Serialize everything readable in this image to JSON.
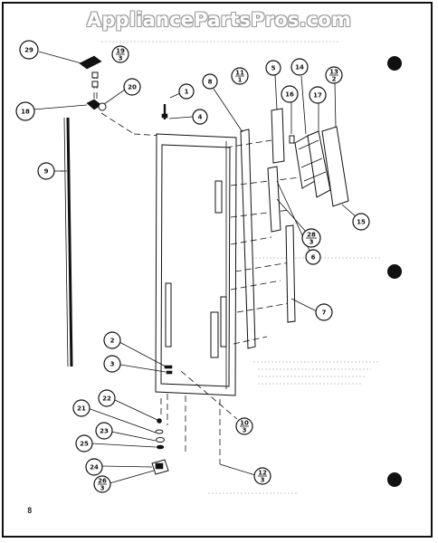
{
  "watermark": "AppliancePartsPros.com",
  "page_number": "8",
  "callouts": [
    {
      "id": "c29",
      "label": "29"
    },
    {
      "id": "c19",
      "label": "19",
      "sub": "3"
    },
    {
      "id": "c20",
      "label": "20"
    },
    {
      "id": "c18",
      "label": "18"
    },
    {
      "id": "c1",
      "label": "1"
    },
    {
      "id": "c4",
      "label": "4"
    },
    {
      "id": "c8",
      "label": "8"
    },
    {
      "id": "c11",
      "label": "11",
      "sub": "1"
    },
    {
      "id": "c5",
      "label": "5"
    },
    {
      "id": "c14",
      "label": "14"
    },
    {
      "id": "c16",
      "label": "16"
    },
    {
      "id": "c17",
      "label": "17"
    },
    {
      "id": "c13",
      "label": "13",
      "sub": "2"
    },
    {
      "id": "c9",
      "label": "9"
    },
    {
      "id": "c28",
      "label": "28",
      "sub": "3"
    },
    {
      "id": "c15",
      "label": "15"
    },
    {
      "id": "c6",
      "label": "6"
    },
    {
      "id": "c7",
      "label": "7"
    },
    {
      "id": "c2",
      "label": "2"
    },
    {
      "id": "c3",
      "label": "3"
    },
    {
      "id": "c10",
      "label": "10",
      "sub": "3"
    },
    {
      "id": "c22",
      "label": "22"
    },
    {
      "id": "c21",
      "label": "21"
    },
    {
      "id": "c23",
      "label": "23"
    },
    {
      "id": "c25",
      "label": "25"
    },
    {
      "id": "c24",
      "label": "24"
    },
    {
      "id": "c26",
      "label": "26",
      "sub": "3"
    },
    {
      "id": "c12",
      "label": "12",
      "sub": "3"
    }
  ]
}
